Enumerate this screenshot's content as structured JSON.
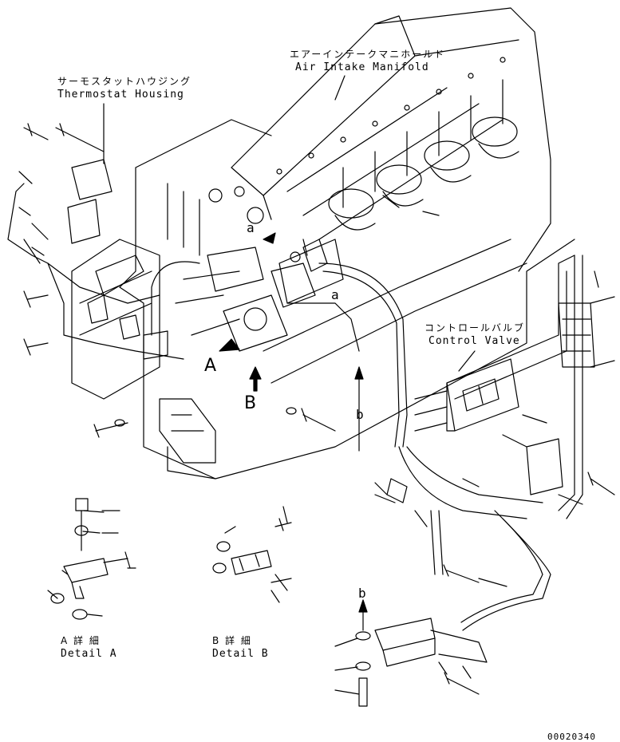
{
  "callouts": {
    "thermostat_jp": "サーモスタットハウジング",
    "thermostat_en": "Thermostat Housing",
    "manifold_jp": "エアーインテークマニホールド",
    "manifold_en": "Air Intake Manifold",
    "valve_jp": "コントロールバルブ",
    "valve_en": "Control Valve"
  },
  "markers": {
    "a": "a",
    "a2": "a",
    "b": "b",
    "b2": "b",
    "A": "A",
    "B": "B"
  },
  "details": {
    "a_jp": "A 詳 細",
    "a_en": "Detail A",
    "b_jp": "B 詳 細",
    "b_en": "Detail B"
  },
  "footer": {
    "drawing_number": "00020340"
  },
  "icons": [
    "engine-block-drawing",
    "arrow-up-icon",
    "bolt-icon",
    "washer-icon",
    "clamp-icon"
  ]
}
